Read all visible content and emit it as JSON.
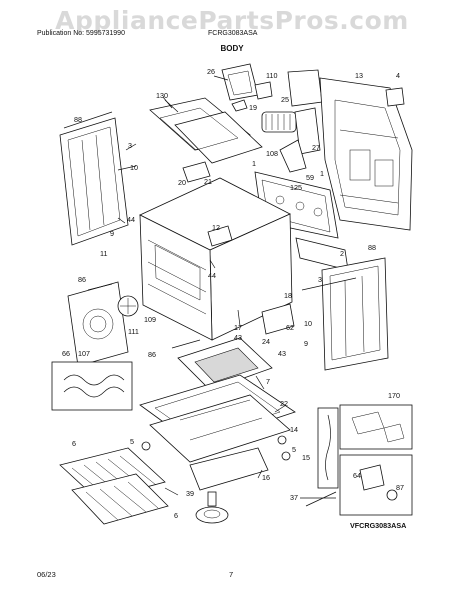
{
  "header": {
    "publication": "Publication No: 5995731990",
    "model": "FCRG3083ASA",
    "watermark": "AppliancePartsPros.com",
    "section_title": "BODY"
  },
  "footer": {
    "date": "06/23",
    "page_number": "7"
  },
  "diagram": {
    "model_code": "VFCRG3083ASA",
    "callouts": [
      "26",
      "110",
      "130",
      "19",
      "25",
      "13",
      "4",
      "88",
      "3",
      "108",
      "27",
      "10",
      "20",
      "21",
      "59",
      "1",
      "125",
      "1",
      "2",
      "44",
      "9",
      "11",
      "12",
      "44",
      "86",
      "109",
      "111",
      "18",
      "88",
      "3",
      "62",
      "17",
      "10",
      "24",
      "43",
      "43",
      "66",
      "107",
      "86",
      "7",
      "9",
      "22",
      "170",
      "5",
      "14",
      "6",
      "15",
      "5",
      "64",
      "87",
      "39",
      "16",
      "37",
      "6"
    ]
  }
}
